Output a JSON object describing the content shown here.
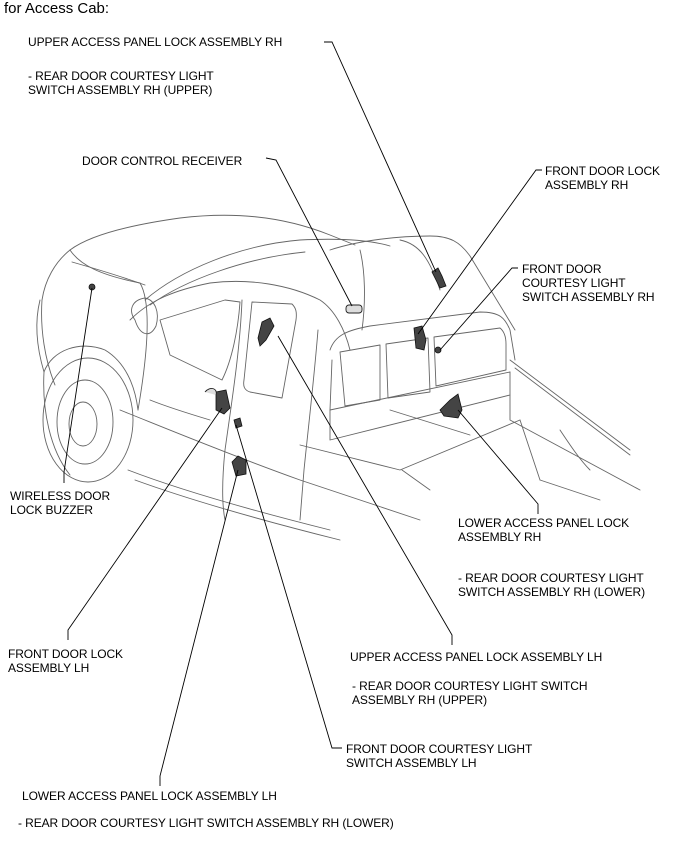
{
  "diagram": {
    "title": "for Access Cab:",
    "subject": "pickup-truck-access-cab",
    "labels": {
      "upper_access_panel_lock_rh": {
        "name": "UPPER ACCESS PANEL LOCK ASSEMBLY RH",
        "note": "- REAR DOOR COURTESY LIGHT\nSWITCH ASSEMBLY RH (UPPER)"
      },
      "door_control_receiver": {
        "name": "DOOR CONTROL RECEIVER"
      },
      "front_door_lock_rh": {
        "name": "FRONT DOOR LOCK\nASSEMBLY RH"
      },
      "front_door_courtesy_switch_rh": {
        "name": "FRONT DOOR\nCOURTESY LIGHT\nSWITCH ASSEMBLY RH"
      },
      "wireless_door_lock_buzzer": {
        "name": "WIRELESS DOOR\nLOCK BUZZER"
      },
      "lower_access_panel_lock_rh": {
        "name": "LOWER ACCESS PANEL LOCK\nASSEMBLY RH",
        "note": "- REAR DOOR COURTESY LIGHT\nSWITCH ASSEMBLY RH (LOWER)"
      },
      "front_door_lock_lh": {
        "name": "FRONT DOOR LOCK\nASSEMBLY LH"
      },
      "upper_access_panel_lock_lh": {
        "name": "UPPER ACCESS PANEL LOCK ASSEMBLY LH",
        "note": "- REAR DOOR COURTESY LIGHT SWITCH\nASSEMBLY RH (UPPER)"
      },
      "front_door_courtesy_switch_lh": {
        "name": "FRONT DOOR COURTESY LIGHT\nSWITCH ASSEMBLY LH"
      },
      "lower_access_panel_lock_lh": {
        "name": "LOWER ACCESS PANEL LOCK ASSEMBLY LH",
        "note": "- REAR DOOR COURTESY LIGHT SWITCH ASSEMBLY RH (LOWER)"
      }
    }
  }
}
